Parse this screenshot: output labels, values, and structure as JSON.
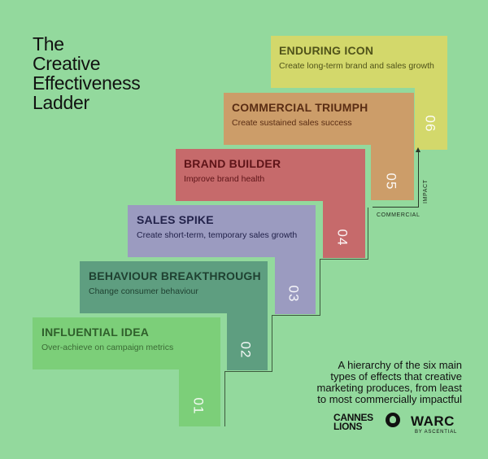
{
  "title": [
    "The",
    "Creative",
    "Effectiveness",
    "Ladder"
  ],
  "steps": [
    {
      "number": "01",
      "name": "INFLUENTIAL IDEA",
      "description": "Over-achieve on campaign metrics"
    },
    {
      "number": "02",
      "name": "BEHAVIOUR BREAKTHROUGH",
      "description": "Change consumer behaviour"
    },
    {
      "number": "03",
      "name": "SALES SPIKE",
      "description": "Create short-term, temporary sales growth"
    },
    {
      "number": "04",
      "name": "BRAND BUILDER",
      "description": "Improve brand health"
    },
    {
      "number": "05",
      "name": "COMMERCIAL TRIUMPH",
      "description": "Create sustained sales success"
    },
    {
      "number": "06",
      "name": "ENDURING ICON",
      "description": "Create long-term brand and sales growth"
    }
  ],
  "axis": {
    "x_label": "COMMERCIAL",
    "y_label": "IMPACT"
  },
  "blurb": [
    "A hierarchy of the six main",
    "types of effects that creative",
    "marketing produces, from least",
    "to most commercially impactful"
  ],
  "logos": {
    "cannes_line1": "CANNES",
    "cannes_line2": "LIONS",
    "warc": "WARC",
    "warc_sub": "BY ASCENTIAL"
  },
  "colors": {
    "background": "#93d99d",
    "step1": "#7ccf79",
    "step2": "#5e9e80",
    "step3": "#9b9bc0",
    "step4": "#c66a6b",
    "step5": "#cc9d69",
    "step6": "#d3d86b"
  }
}
